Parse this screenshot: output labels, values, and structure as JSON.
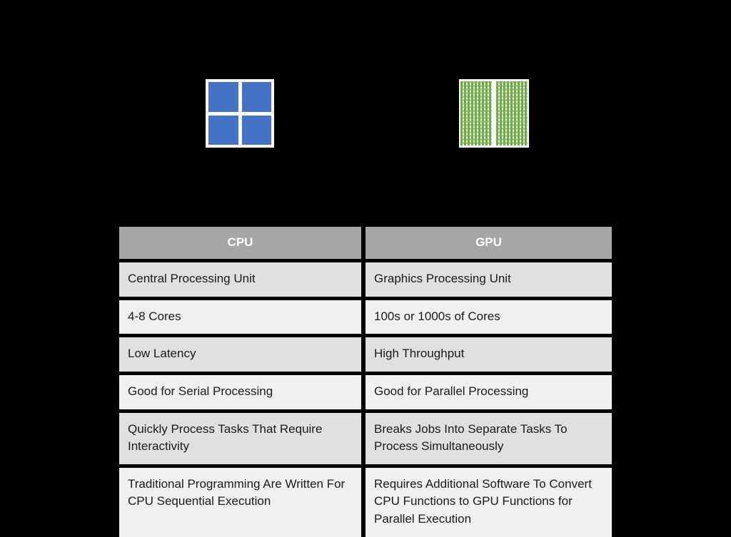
{
  "slide": {
    "background_color": "#000000"
  },
  "diagrams": {
    "cpu": {
      "icon_name": "cpu-core-grid-icon",
      "core_count": 4,
      "color": "#4472C4",
      "description": "CPU shown as four large blue cores in a 2x2 grid"
    },
    "gpu": {
      "icon_name": "gpu-core-grid-icon",
      "color": "#70AD47",
      "description": "GPU shown as two dense grids of many small green cores"
    }
  },
  "table": {
    "headers": [
      "CPU",
      "GPU"
    ],
    "header_bg": "#A6A6A6",
    "header_text_color": "#FFFFFF",
    "row_colors": [
      "#E0E0E0",
      "#F0F0F0"
    ],
    "rows": [
      {
        "cpu": "Central Processing Unit",
        "gpu": "Graphics Processing Unit"
      },
      {
        "cpu": "4-8 Cores",
        "gpu": "100s or 1000s of Cores"
      },
      {
        "cpu": "Low Latency",
        "gpu": "High Throughput"
      },
      {
        "cpu": "Good for Serial Processing",
        "gpu": "Good for Parallel Processing"
      },
      {
        "cpu": "Quickly Process Tasks That Require Interactivity",
        "gpu": "Breaks Jobs Into Separate Tasks To Process Simultaneously"
      },
      {
        "cpu": "Traditional Programming Are Written For CPU Sequential Execution",
        "gpu": "Requires Additional Software To Convert CPU Functions to GPU Functions for Parallel Execution"
      }
    ]
  }
}
